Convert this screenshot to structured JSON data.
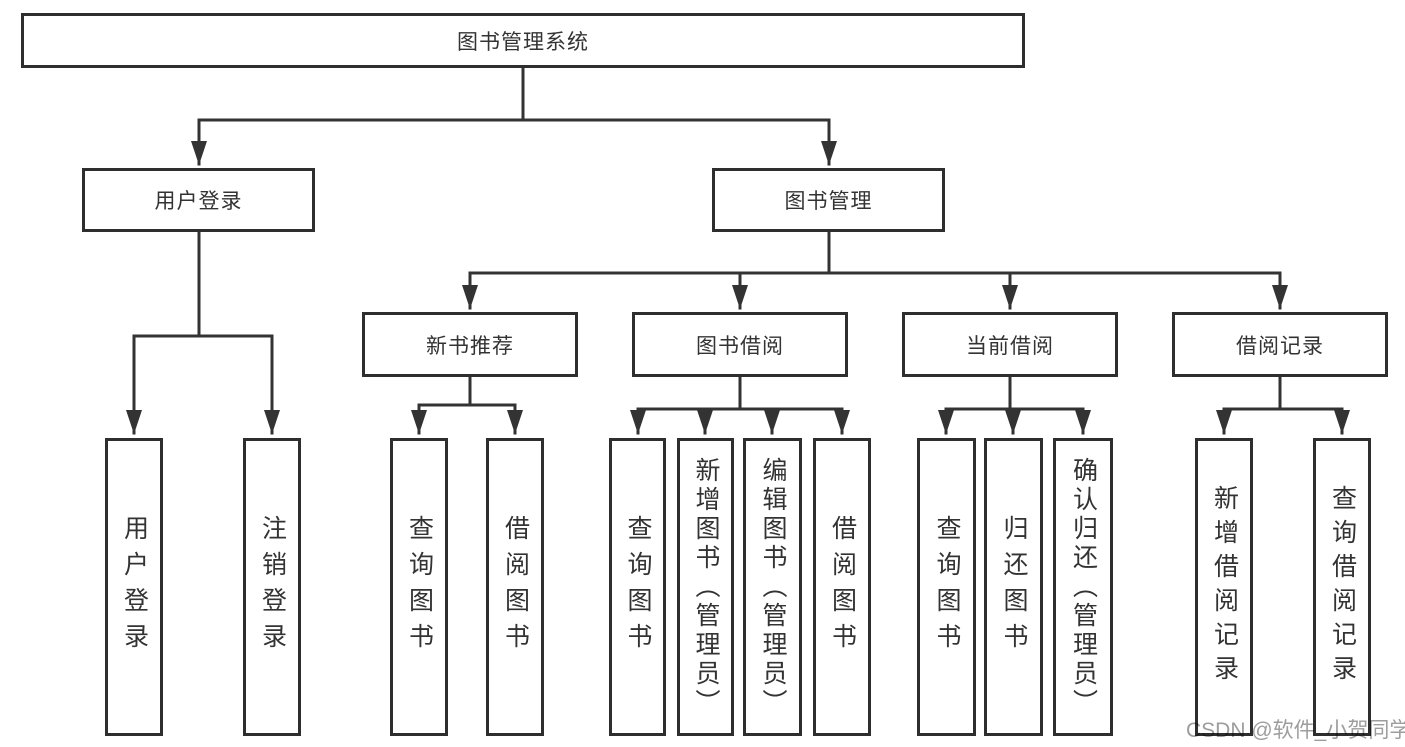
{
  "diagram_title": "图书管理系统",
  "tree": {
    "label": "图书管理系统",
    "children": [
      {
        "label": "用户登录",
        "children": [
          {
            "label": "用户登录"
          },
          {
            "label": "注销登录"
          }
        ]
      },
      {
        "label": "图书管理",
        "children": [
          {
            "label": "新书推荐",
            "children": [
              {
                "label": "查询图书"
              },
              {
                "label": "借阅图书"
              }
            ]
          },
          {
            "label": "图书借阅",
            "children": [
              {
                "label": "查询图书"
              },
              {
                "label": "新增图书（管理员）"
              },
              {
                "label": "编辑图书（管理员）"
              },
              {
                "label": "借阅图书"
              }
            ]
          },
          {
            "label": "当前借阅",
            "children": [
              {
                "label": "查询图书"
              },
              {
                "label": "归还图书"
              },
              {
                "label": "确认归还（管理员）"
              }
            ]
          },
          {
            "label": "借阅记录",
            "children": [
              {
                "label": "新增借阅记录"
              },
              {
                "label": "查询借阅记录"
              }
            ]
          }
        ]
      }
    ]
  },
  "watermark": "CSDN @软件_小贺同学",
  "colors": {
    "line": "#333333",
    "box_border": "#2e2e2e",
    "text": "#333333",
    "background": "#ffffff",
    "watermark": "#989898"
  }
}
